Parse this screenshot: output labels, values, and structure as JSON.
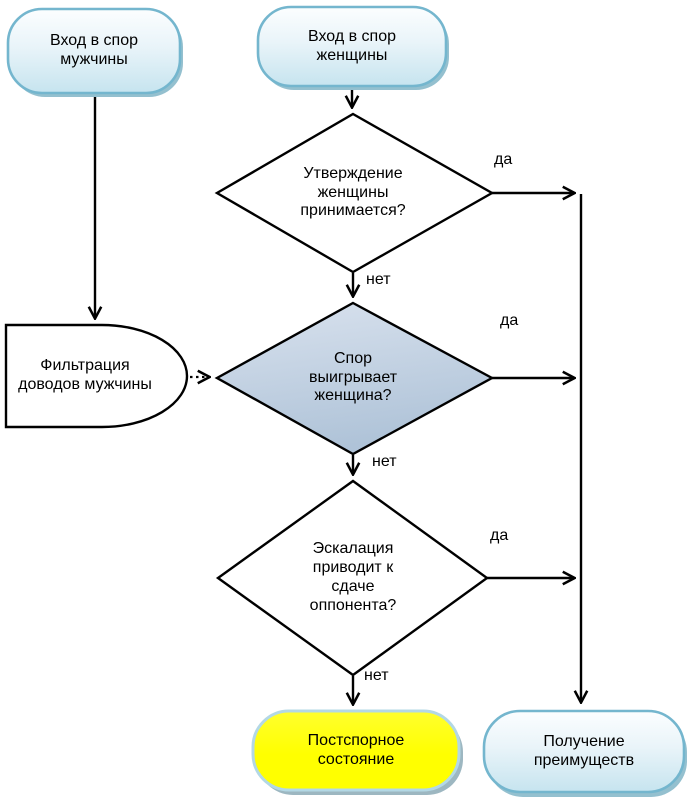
{
  "diagram": {
    "nodes": {
      "start_man": {
        "label": "Вход в спор\nмужчины"
      },
      "start_woman": {
        "label": "Вход в спор\nженщины"
      },
      "decision_statement": {
        "label": "Утверждение\nженщины\nпринимается?"
      },
      "filter_arguments": {
        "label": "Фильтрация\nдоводов мужчины"
      },
      "decision_dispute": {
        "label": "Спор\nвыигрывает\nженщина?"
      },
      "decision_escalation": {
        "label": "Эскалация\nприводит к\nсдаче\nоппонента?"
      },
      "post_dispute": {
        "label": "Постспорное\nсостояние"
      },
      "benefits": {
        "label": "Получение\nпреимуществ"
      }
    },
    "edge_labels": {
      "yes1": "да",
      "no1": "нет",
      "yes2": "да",
      "no2": "нет",
      "yes3": "да",
      "no3": "нет"
    },
    "colors": {
      "terminator_border": "#74b6ce",
      "terminator_fill_top": "#fcfeff",
      "terminator_fill_bottom": "#c6e4ef",
      "terminator_shadow": "#94c0cf",
      "decision_fill_top": "#d9e2ee",
      "decision_fill_bottom": "#afc3d8",
      "highlight_fill": "#ffff00",
      "highlight_border": "#b3d8e5",
      "line": "#000000"
    }
  }
}
